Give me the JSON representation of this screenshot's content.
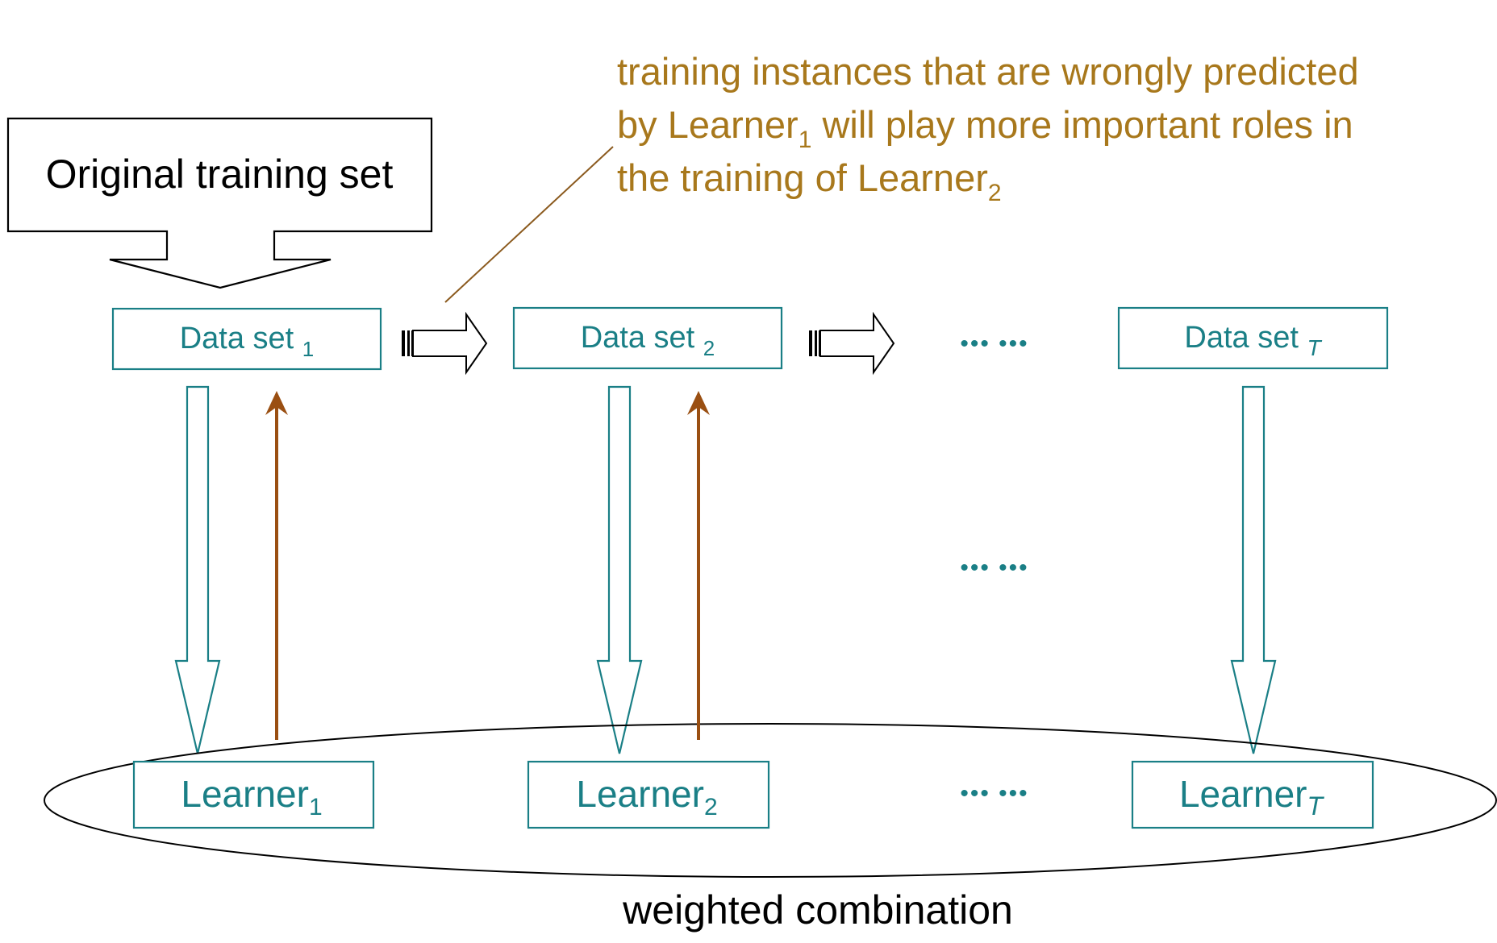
{
  "colors": {
    "teal": "#1a7f86",
    "brown": "#9a4f12",
    "annotation": "#a8781c",
    "black": "#000000"
  },
  "source_box": {
    "label": "Original training set"
  },
  "annotation": {
    "line1": "training instances that are wrongly predicted",
    "line2_pre": "by Learner",
    "line2_sub": "1",
    "line2_post": " will play more important roles in",
    "line3_pre": "the training of Learner",
    "line3_sub": "2"
  },
  "datasets": [
    {
      "label": "Data set ",
      "sub": "1"
    },
    {
      "label": "Data set ",
      "sub": "2"
    },
    {
      "label": "Data set ",
      "sub": "T"
    }
  ],
  "learners": [
    {
      "label": "Learner",
      "sub": "1"
    },
    {
      "label": "Learner",
      "sub": "2"
    },
    {
      "label": "Learner",
      "sub": "T"
    }
  ],
  "ellipsis": {
    "text": "••• •••"
  },
  "combination": {
    "label": "weighted combination"
  }
}
